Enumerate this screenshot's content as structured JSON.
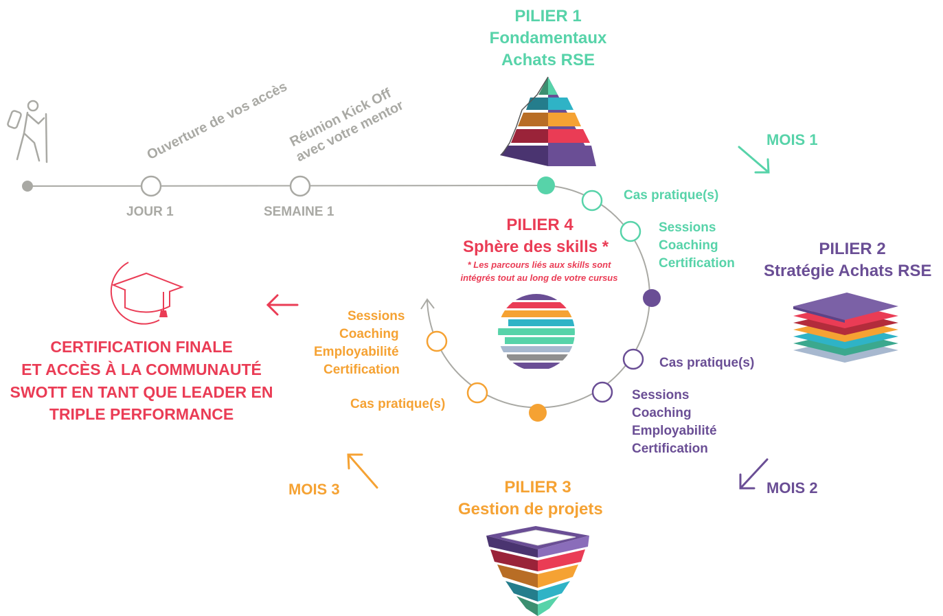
{
  "colors": {
    "teal": "#57d3a9",
    "purple": "#6a4e95",
    "orange": "#f5a233",
    "red": "#ea3c55",
    "grey": "#a9a9a4"
  },
  "timeline": {
    "milestones": [
      {
        "annotation": "Ouverture de vos accès",
        "label": "JOUR 1"
      },
      {
        "annotation_line1": "Réunion Kick Off",
        "annotation_line2": "avec votre mentor",
        "label": "SEMAINE 1"
      }
    ]
  },
  "pillar1": {
    "line1": "PILIER 1",
    "line2": "Fondamentaux",
    "line3": "Achats RSE",
    "icon": "pyramid-icon"
  },
  "pillar2": {
    "line1": "PILIER 2",
    "line2": "Stratégie Achats RSE",
    "icon": "layered-stack-icon"
  },
  "pillar3": {
    "line1": "PILIER 3",
    "line2": "Gestion de projets",
    "icon": "inverted-pyramid-icon"
  },
  "pillar4": {
    "line1": "PILIER 4",
    "line2": "Sphère des skills *",
    "note_line1": "* Les parcours liés aux skills sont",
    "note_line2": "intégrés tout au long de votre cursus",
    "icon": "striped-sphere-icon"
  },
  "months": {
    "m1": "MOIS 1",
    "m2": "MOIS 2",
    "m3": "MOIS 3"
  },
  "teal_steps": {
    "case": "Cas pratique(s)",
    "sessions": "Sessions",
    "coaching": "Coaching",
    "certification": "Certification"
  },
  "purple_steps": {
    "case": "Cas pratique(s)",
    "sessions": "Sessions",
    "coaching": "Coaching",
    "employability": "Employabilité",
    "certification": "Certification"
  },
  "orange_steps": {
    "case": "Cas pratique(s)",
    "sessions": "Sessions",
    "coaching": "Coaching",
    "employability": "Employabilité",
    "certification": "Certification"
  },
  "final": {
    "line1": "CERTIFICATION FINALE",
    "line2": "ET ACCÈS À LA COMMUNAUTÉ",
    "line3": "SWOTT EN TANT QUE LEADER EN",
    "line4": "TRIPLE PERFORMANCE",
    "icon": "graduation-cap-icon"
  }
}
